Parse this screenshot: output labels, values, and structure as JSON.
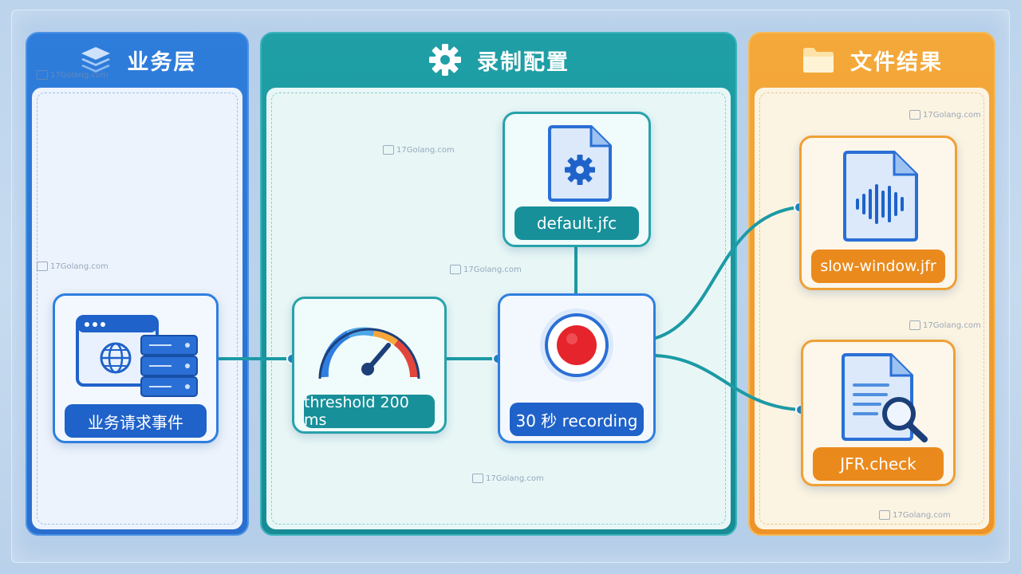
{
  "panels": {
    "business": {
      "title": "业务层",
      "icon": "layers-icon",
      "color": "#2e7ddb"
    },
    "recording": {
      "title": "录制配置",
      "icon": "gear-icon",
      "color": "#1f9fa6"
    },
    "files": {
      "title": "文件结果",
      "icon": "folder-icon",
      "color": "#f4a93a"
    }
  },
  "nodes": {
    "event": {
      "label": "业务请求事件",
      "icon": "browser-server-icon"
    },
    "threshold": {
      "label": "threshold 200 ms",
      "icon": "gauge-icon"
    },
    "config": {
      "label": "default.jfc",
      "icon": "settings-file-icon"
    },
    "recording": {
      "label": "30 秒 recording",
      "icon": "record-icon"
    },
    "slow_jfr": {
      "label": "slow-window.jfr",
      "icon": "audio-file-icon"
    },
    "check": {
      "label": "JFR.check",
      "icon": "search-file-icon"
    }
  },
  "watermark": "17Golang.com"
}
